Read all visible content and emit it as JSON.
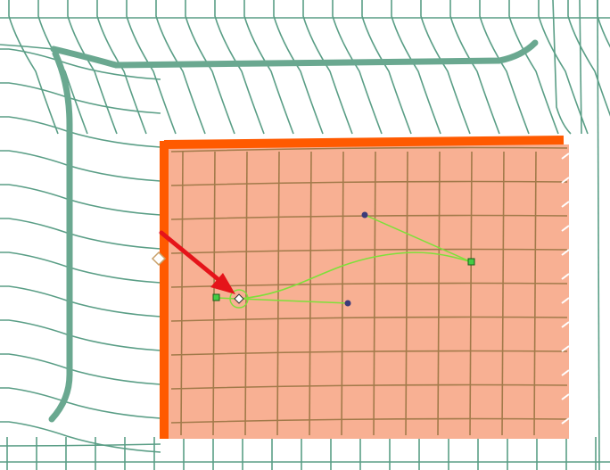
{
  "canvas": {
    "background": "#ffffff",
    "grid_color": "#5a9e86",
    "path_color": "#6aa890",
    "selection_fill": "#f8b093",
    "selection_border": "#ff5a00",
    "inner_grid_color": "#a27a4a",
    "curve_color": "#7ee03a",
    "anchor_fill": "#44cc44",
    "handle_color": "#3b3b7a",
    "arrow_color": "#e5141a"
  },
  "path": {
    "anchors": [
      {
        "name": "anchor-left",
        "selected": false
      },
      {
        "name": "anchor-right",
        "selected": false
      }
    ],
    "handles": [
      {
        "name": "handle-top"
      },
      {
        "name": "handle-bottom"
      }
    ],
    "active_point": {
      "name": "active-anchor",
      "hover_ring": true
    },
    "edge_point": {
      "name": "edge-midpoint"
    }
  },
  "pointer": {
    "name": "pointer-arrow",
    "target": "active-anchor"
  }
}
